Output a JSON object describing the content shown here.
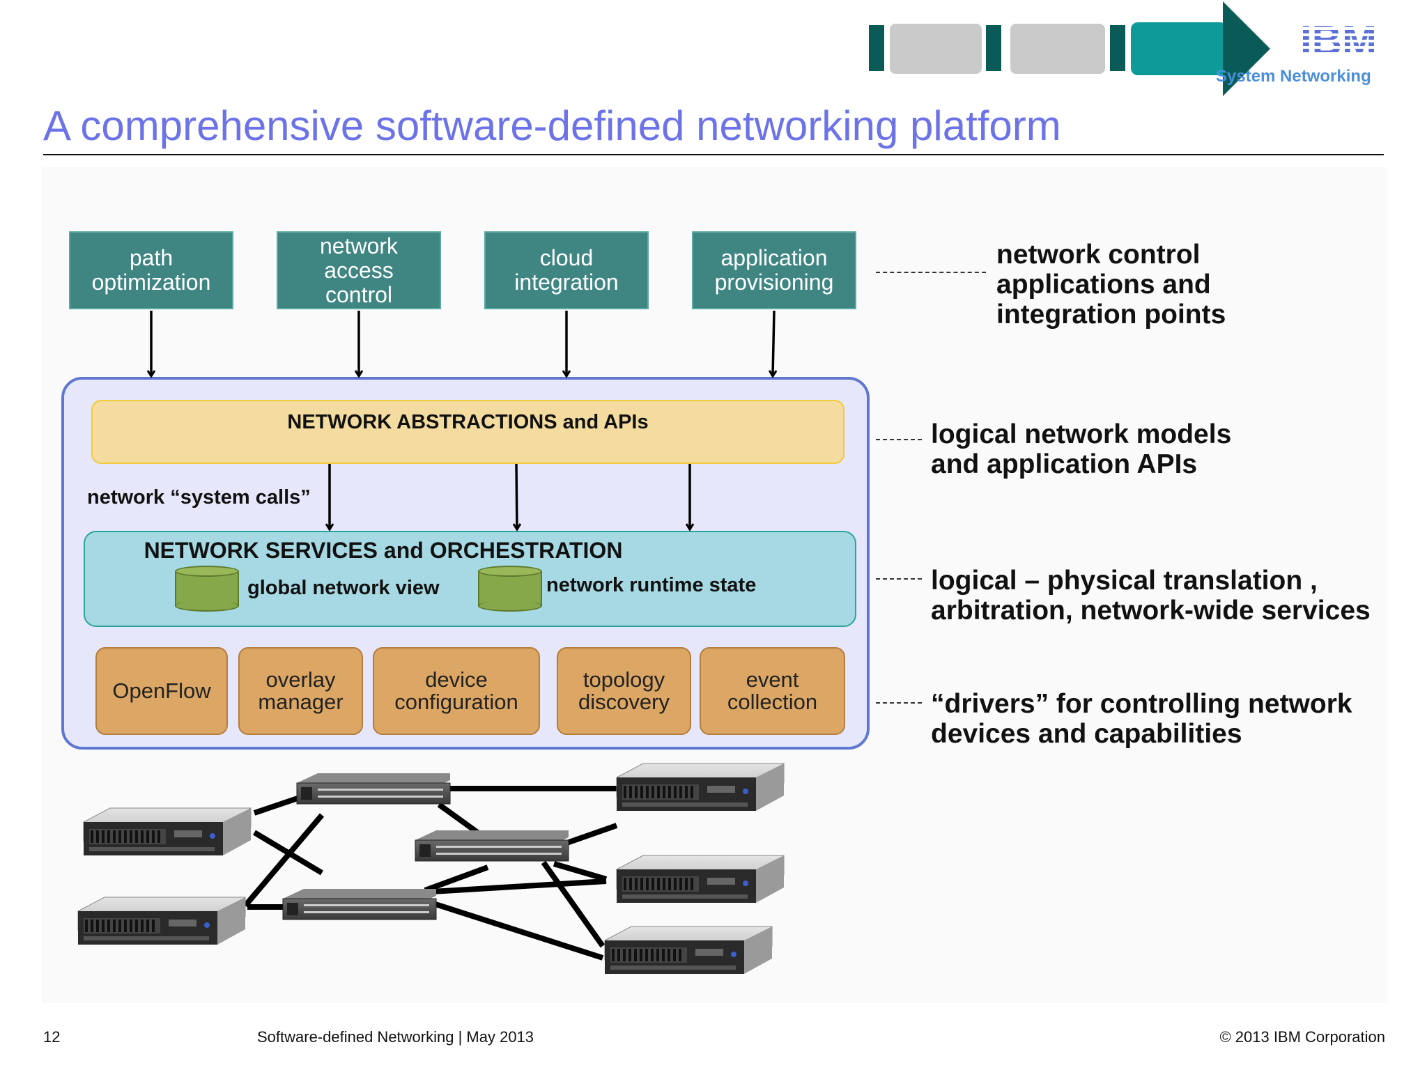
{
  "header": {
    "ibm_logo": "IBM",
    "subtitle": "System Networking",
    "colors": {
      "dark_teal": "#0a5a57",
      "gray": "#cacaca",
      "teal": "#0e9b98",
      "ibm_blue": "#5b6fd8"
    }
  },
  "title": "A comprehensive software-defined networking platform",
  "diagram": {
    "apps": [
      {
        "label": "path\noptimization"
      },
      {
        "label": "network\naccess\ncontrol"
      },
      {
        "label": "cloud\nintegration"
      },
      {
        "label": "application\nprovisioning"
      }
    ],
    "abstractions_label": "NETWORK ABSTRACTIONS and APIs",
    "system_calls_label": "network “system calls”",
    "services_label": "NETWORK SERVICES and ORCHESTRATION",
    "databases": [
      {
        "label": "global network view"
      },
      {
        "label": "network runtime state"
      }
    ],
    "drivers": [
      {
        "label": "OpenFlow"
      },
      {
        "label": "overlay\nmanager"
      },
      {
        "label": "device\nconfiguration"
      },
      {
        "label": "topology\ndiscovery"
      },
      {
        "label": "event\ncollection"
      }
    ],
    "colors": {
      "app_box": "#3f8683",
      "frame": "#6077cf",
      "abstractions": "#f4dca0",
      "services": "#a6d9e3",
      "database": "#86a84a",
      "drivers": "#dca664"
    }
  },
  "annotations": [
    {
      "text": "network control\napplications and\nintegration points"
    },
    {
      "text": "logical network models\nand application APIs"
    },
    {
      "text": "logical – physical translation ,\narbitration, network-wide services"
    },
    {
      "text": "“drivers” for controlling network\ndevices and capabilities"
    }
  ],
  "footer": {
    "page_number": "12",
    "center": "Software-defined Networking | May 2013",
    "copyright": "© 2013 IBM Corporation"
  }
}
